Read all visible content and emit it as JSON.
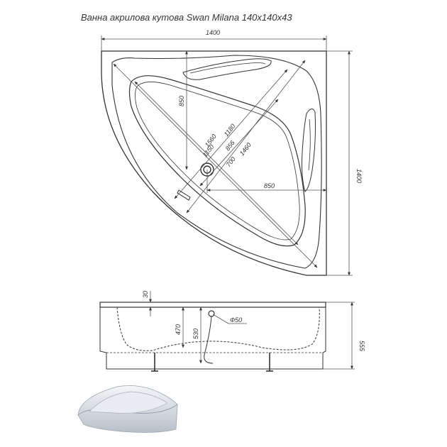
{
  "title": "Ванна акрилова кутова Swan Milana 140x140x43",
  "plan": {
    "width_label": "1400",
    "height_label": "1400",
    "dim_850_vertical": "850",
    "dim_850_horizontal": "850",
    "diag_1560": "1560",
    "diag_1150": "1150",
    "diag_1180": "1180",
    "diag_856": "856",
    "diag_700": "700",
    "diag_1460": "1460"
  },
  "elevation": {
    "dim_30": "30",
    "dim_470": "470",
    "dim_530": "530",
    "drain_label": "Ф50",
    "dim_555": "555"
  },
  "colors": {
    "line": "#333333",
    "dim": "#555555",
    "render_bg": "#dfe4ea"
  }
}
